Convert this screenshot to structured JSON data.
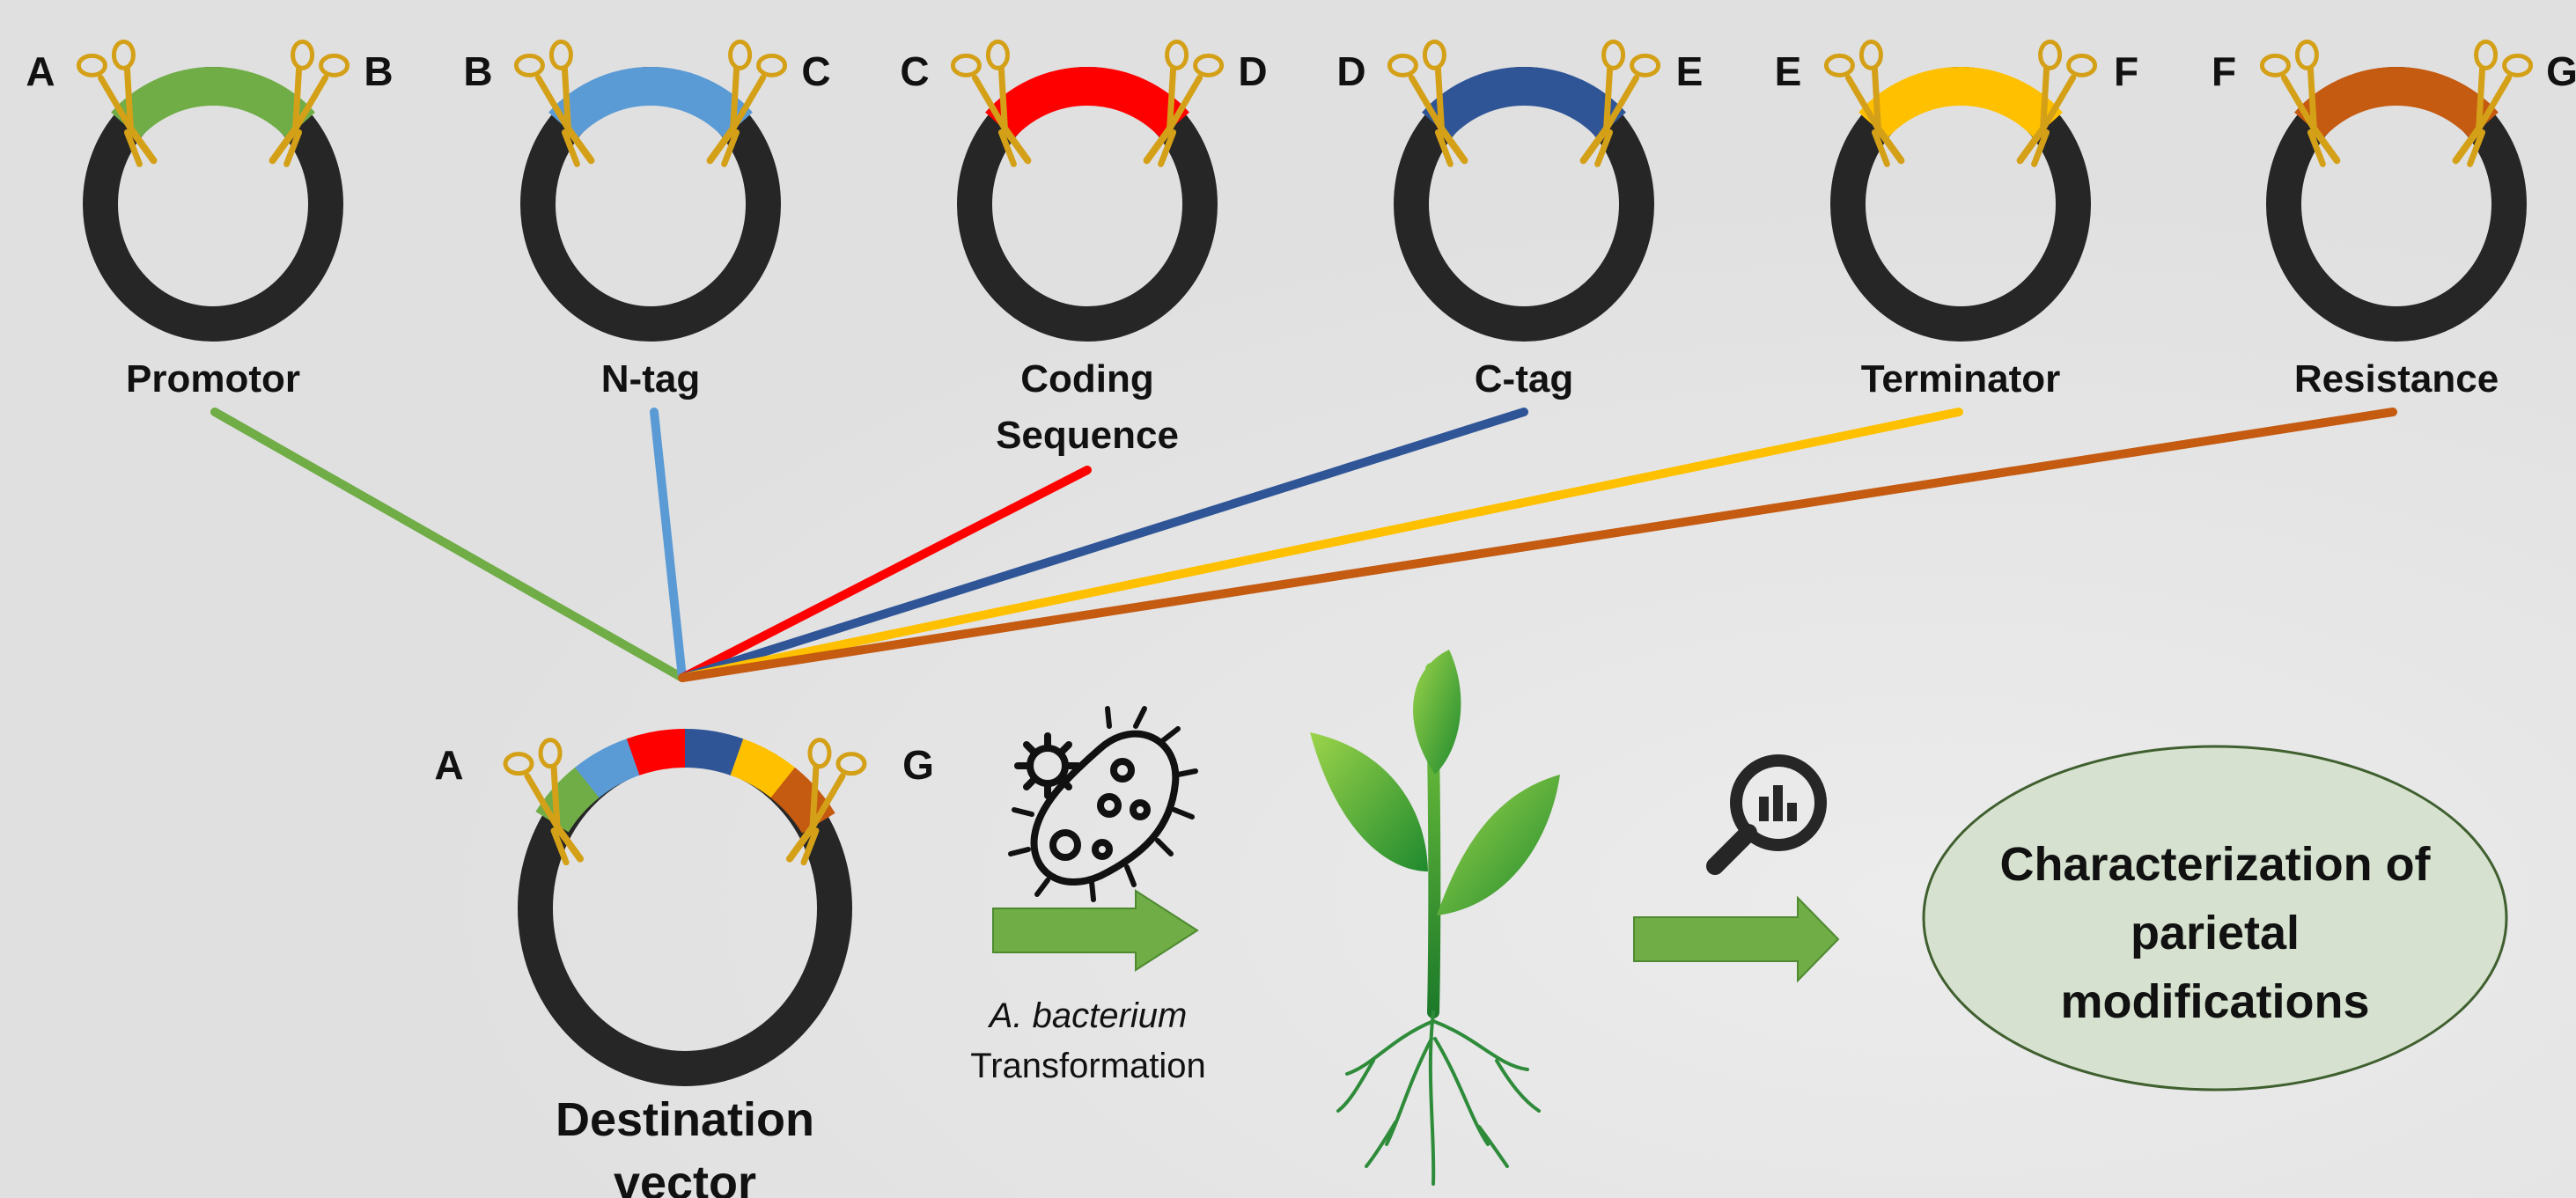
{
  "modules": [
    {
      "label": [
        "Promotor"
      ],
      "left": "A",
      "right": "B",
      "color": "#70ad47"
    },
    {
      "label": [
        "N-tag"
      ],
      "left": "B",
      "right": "C",
      "color": "#5b9bd5"
    },
    {
      "label": [
        "Coding",
        "Sequence"
      ],
      "left": "C",
      "right": "D",
      "color": "#ff0000"
    },
    {
      "label": [
        "C-tag"
      ],
      "left": "D",
      "right": "E",
      "color": "#2f5597"
    },
    {
      "label": [
        "Terminator"
      ],
      "left": "E",
      "right": "F",
      "color": "#ffc000"
    },
    {
      "label": [
        "Resistance"
      ],
      "left": "F",
      "right": "G",
      "color": "#c55a11"
    }
  ],
  "destination": {
    "label": [
      "Destination",
      "vector"
    ],
    "left": "A",
    "right": "G",
    "colors": [
      "#70ad47",
      "#5b9bd5",
      "#ff0000",
      "#2f5597",
      "#ffc000",
      "#c55a11"
    ]
  },
  "transformation": {
    "organism": "A. bacterium",
    "method": "Transformation"
  },
  "result": {
    "lines": [
      "Characterization of",
      "parietal",
      "modifications"
    ],
    "fill": "#d6e2cf",
    "stroke": "#3f5f2f"
  },
  "colors": {
    "ring": "#262626",
    "arrow": "#70ad47",
    "scissors": "#d4a017",
    "background": "#e3e3e3"
  }
}
